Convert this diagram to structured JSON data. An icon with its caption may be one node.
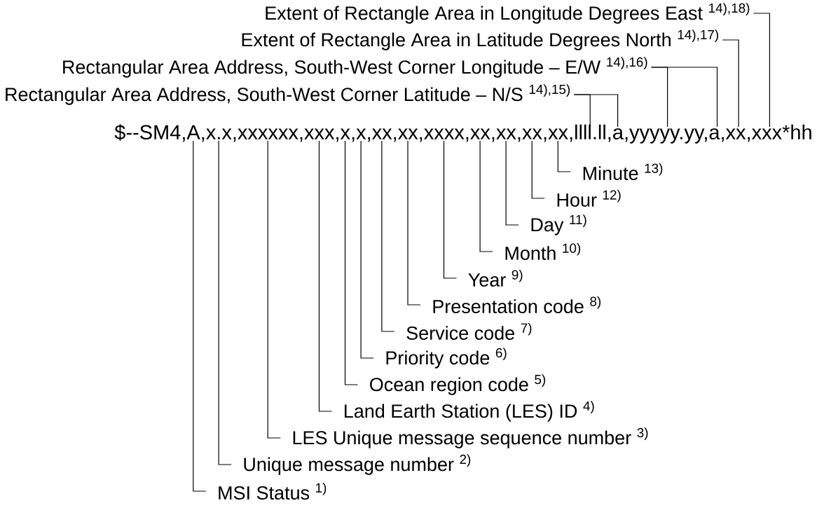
{
  "diagram": {
    "nodes": [
      {
        "text": [
          "Extent of Rectangle Area in Longitude Degrees East $^{14),18)}$"
        ]
      },
      {
        "text": [
          "Extent of Rectangle Area in Latitude Degrees North $^{14),17)}$"
        ]
      },
      {
        "text": [
          "Rectangular Area Address, South-West Corner Longitude – E/W $^{14),16)}$"
        ]
      },
      {
        "text": [
          "Rectangular Area Address, South-West Corner Latitude – N/S $^{14),15)}$"
        ]
      },
      {
        "text": [
          "$--SM4,A,x.x,xxxxxx,xxx,x,x,xx,xx,xxxx,xx,xx,xx,xx,llll.ll,a,yyyyy.yy,a,xx,xxx*hh"
        ]
      },
      {
        "text": [
          "Minute $^{13)}$"
        ]
      },
      {
        "text": [
          "Hour $^{12)}$"
        ]
      },
      {
        "text": [
          "Day $^{11)}$"
        ]
      },
      {
        "text": [
          "Month $^{10)}$"
        ]
      },
      {
        "text": [
          "Year $^{9)}$"
        ]
      },
      {
        "text": [
          "Presentation code $^{8)}$"
        ]
      },
      {
        "text": [
          "Service code $^{7)}$"
        ]
      },
      {
        "text": [
          "Priority code $^{6)}$"
        ]
      },
      {
        "text": [
          "Ocean region code $^{5)}$"
        ]
      },
      {
        "text": [
          "Land Earth Station (LES) ID $^{4)}$"
        ]
      },
      {
        "text": [
          "LES Unique message sequence number $^{3)}$"
        ]
      },
      {
        "text": [
          "Unique message number $^{2)}$"
        ]
      },
      {
        "text": [
          "MSI Status $^{1)}$"
        ]
      }
    ],
    "edges": [
      {
        "from": 0,
        "to": 4,
        "arrow": "none"
      },
      {
        "from": 1,
        "to": 4,
        "arrow": "none"
      },
      {
        "from": 2,
        "to": 4,
        "arrow": "none"
      },
      {
        "from": 2,
        "to": 4,
        "arrow": "none"
      },
      {
        "from": 3,
        "to": 4,
        "arrow": "none"
      },
      {
        "from": 3,
        "to": 4,
        "arrow": "none"
      },
      {
        "from": 5,
        "to": 4,
        "arrow": "none"
      },
      {
        "from": 6,
        "to": 4,
        "arrow": "none"
      },
      {
        "from": 7,
        "to": 4,
        "arrow": "none"
      },
      {
        "from": 8,
        "to": 4,
        "arrow": "none"
      },
      {
        "from": 9,
        "to": 4,
        "arrow": "none"
      },
      {
        "from": 10,
        "to": 4,
        "arrow": "none"
      },
      {
        "from": 11,
        "to": 4,
        "arrow": "none"
      },
      {
        "from": 12,
        "to": 4,
        "arrow": "none"
      },
      {
        "from": 13,
        "to": 4,
        "arrow": "none"
      },
      {
        "from": 14,
        "to": 4,
        "arrow": "none"
      },
      {
        "from": 15,
        "to": 4,
        "arrow": "none"
      },
      {
        "from": 16,
        "to": 4,
        "arrow": "none"
      },
      {
        "from": 17,
        "to": 4,
        "arrow": "none"
      }
    ]
  }
}
